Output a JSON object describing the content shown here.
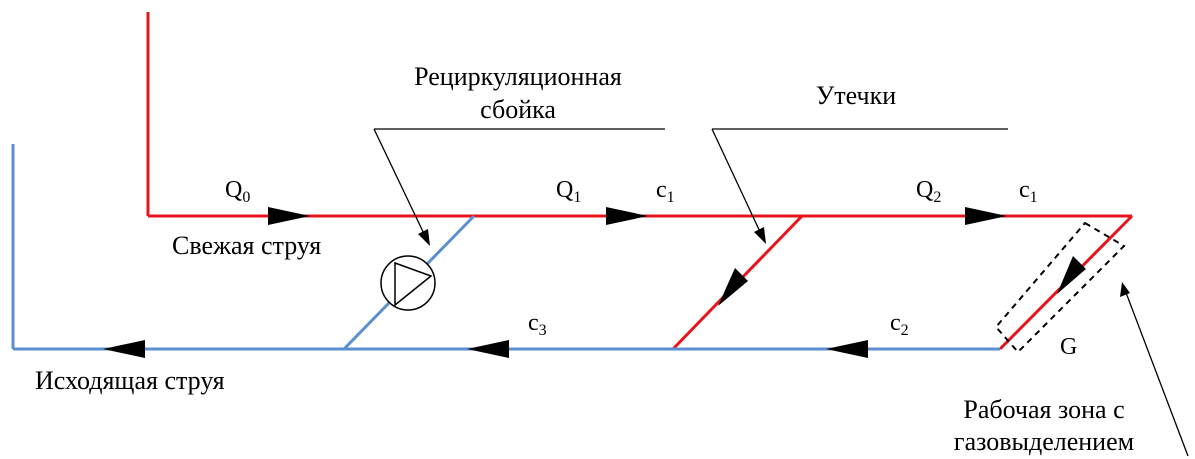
{
  "labels": {
    "recirculation_line1": "Рециркуляционная",
    "recirculation_line2": "сбойка",
    "leaks": "Утечки",
    "fresh_stream": "Свежая струя",
    "outgoing_stream": "Исходящая струя",
    "work_zone_line1": "Рабочая зона с",
    "work_zone_line2": "газовыделением"
  },
  "symbols": {
    "q0": {
      "main": "Q",
      "sub": "0"
    },
    "q1": {
      "main": "Q",
      "sub": "1"
    },
    "q2": {
      "main": "Q",
      "sub": "2"
    },
    "c1_a": {
      "main": "c",
      "sub": "1"
    },
    "c1_b": {
      "main": "c",
      "sub": "1"
    },
    "c2": {
      "main": "c",
      "sub": "2"
    },
    "c3": {
      "main": "c",
      "sub": "3"
    },
    "g": "G"
  },
  "colors": {
    "fresh_air": "#e8141c",
    "exhaust_air": "#5b8fd0"
  }
}
